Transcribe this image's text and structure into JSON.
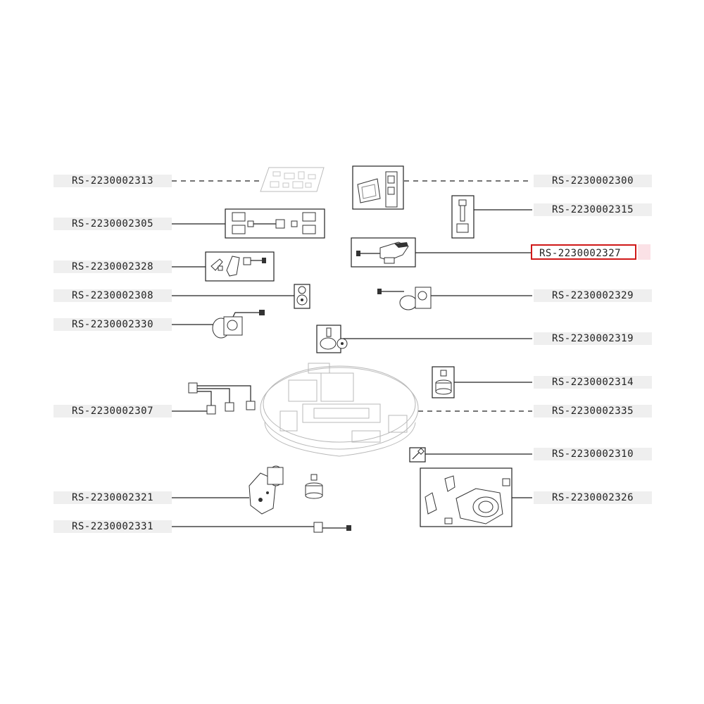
{
  "labels": {
    "p2313": "RS-2230002313",
    "p2300": "RS-2230002300",
    "p2305": "RS-2230002305",
    "p2315": "RS-2230002315",
    "p2327": "RS-2230002327",
    "p2328": "RS-2230002328",
    "p2308": "RS-2230002308",
    "p2329": "RS-2230002329",
    "p2330": "RS-2230002330",
    "p2319": "RS-2230002319",
    "p2314": "RS-2230002314",
    "p2307": "RS-2230002307",
    "p2335": "RS-2230002335",
    "p2310": "RS-2230002310",
    "p2321": "RS-2230002321",
    "p2326": "RS-2230002326",
    "p2331": "RS-2230002331"
  },
  "selected_part": "RS-2230002327",
  "colors": {
    "highlight_border": "#d01818",
    "label_background": "#efefef",
    "line": "#222222"
  }
}
